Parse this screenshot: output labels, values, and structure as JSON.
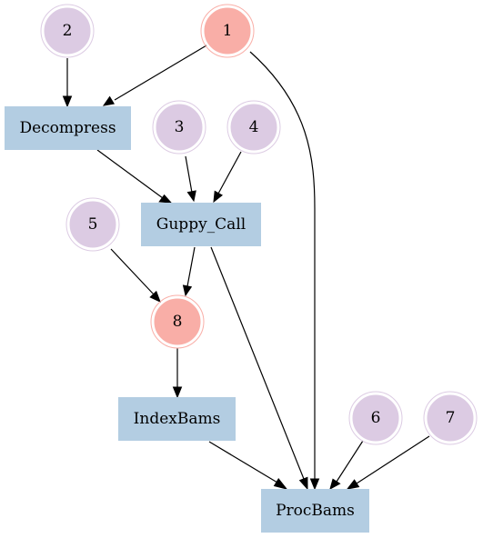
{
  "colors": {
    "input_circle_fill": "#dccbe3",
    "input_circle_ring": "#dccbe3",
    "highlight_circle_fill": "#f9aea7",
    "highlight_circle_ring": "#f9aea7",
    "process_box_fill": "#b3cde2",
    "edge": "#000000",
    "text": "#000000"
  },
  "nodes": {
    "n1": {
      "label": "1",
      "kind": "highlight-circle"
    },
    "n2": {
      "label": "2",
      "kind": "input-circle"
    },
    "n3": {
      "label": "3",
      "kind": "input-circle"
    },
    "n4": {
      "label": "4",
      "kind": "input-circle"
    },
    "n5": {
      "label": "5",
      "kind": "input-circle"
    },
    "n6": {
      "label": "6",
      "kind": "input-circle"
    },
    "n7": {
      "label": "7",
      "kind": "input-circle"
    },
    "n8": {
      "label": "8",
      "kind": "highlight-circle"
    },
    "decompress": {
      "label": "Decompress",
      "kind": "process-box"
    },
    "guppy_call": {
      "label": "Guppy_Call",
      "kind": "process-box"
    },
    "indexbams": {
      "label": "IndexBams",
      "kind": "process-box"
    },
    "procbams": {
      "label": "ProcBams",
      "kind": "process-box"
    }
  },
  "edges": [
    {
      "from": "n2",
      "to": "decompress"
    },
    {
      "from": "n1",
      "to": "decompress"
    },
    {
      "from": "n1",
      "to": "procbams"
    },
    {
      "from": "decompress",
      "to": "guppy_call"
    },
    {
      "from": "n3",
      "to": "guppy_call"
    },
    {
      "from": "n4",
      "to": "guppy_call"
    },
    {
      "from": "n5",
      "to": "n8"
    },
    {
      "from": "guppy_call",
      "to": "n8"
    },
    {
      "from": "guppy_call",
      "to": "procbams"
    },
    {
      "from": "n8",
      "to": "indexbams"
    },
    {
      "from": "indexbams",
      "to": "procbams"
    },
    {
      "from": "n6",
      "to": "procbams"
    },
    {
      "from": "n7",
      "to": "procbams"
    }
  ]
}
